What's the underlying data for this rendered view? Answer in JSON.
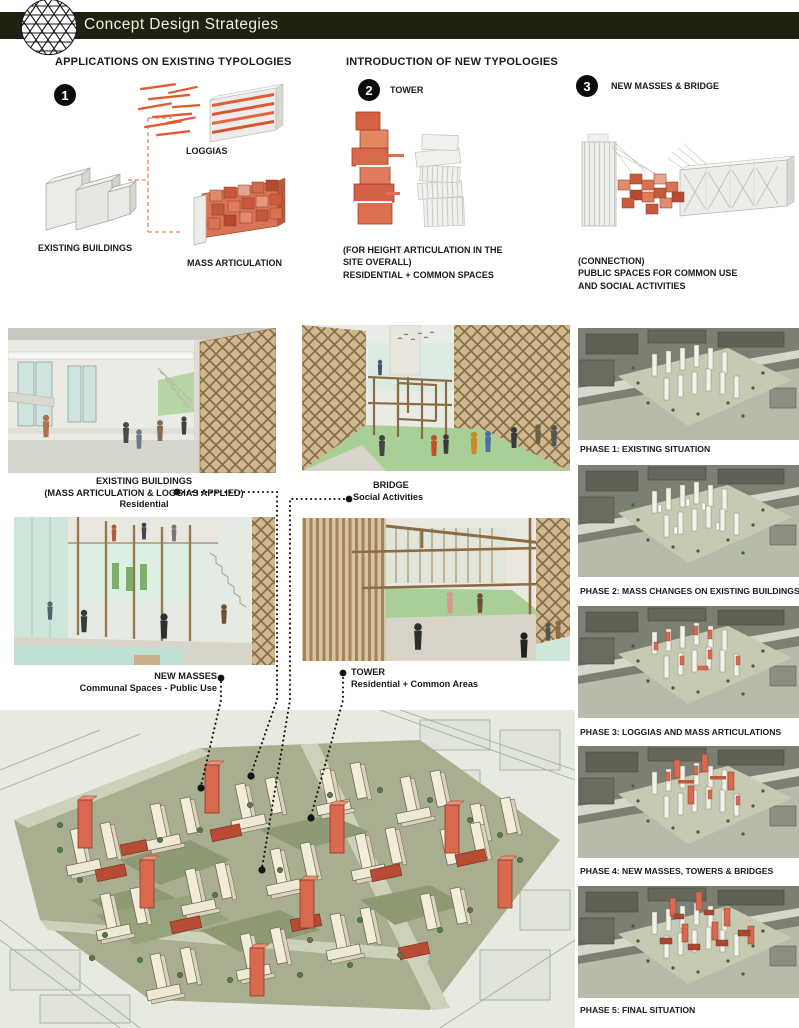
{
  "header": {
    "title": "Concept Design Strategies",
    "logo_icon": "geodesic-dome-icon",
    "bar_color": "#1d2310"
  },
  "sections": {
    "left": {
      "heading": "APPLICATIONS ON EXISTING TYPOLOGIES",
      "step_number": "1",
      "labels": {
        "existing": "EXISTING BUILDINGS",
        "loggias": "LOGGIAS",
        "mass": "MASS ARTICULATION"
      }
    },
    "middle": {
      "heading": "INTRODUCTION OF NEW TYPOLOGIES",
      "step_number": "2",
      "step_label": "TOWER",
      "caption_lines": [
        "(FOR HEIGHT ARTICULATION IN THE",
        "SITE OVERALL)",
        "RESIDENTIAL + COMMON SPACES"
      ]
    },
    "right": {
      "step_number": "3",
      "step_label": "NEW MASSES & BRIDGE",
      "caption_lines": [
        "(CONNECTION)",
        "PUBLIC SPACES FOR COMMON USE",
        "AND SOCIAL ACTIVITIES"
      ]
    }
  },
  "renders": {
    "existing_buildings": {
      "line1": "EXISTING BUILDINGS",
      "line2": "(MASS ARTICULATION & LOGGIAS APPLIED)",
      "line3": "Residential"
    },
    "bridge": {
      "line1": "BRIDGE",
      "line2": "Social Activities"
    },
    "new_masses": {
      "line1": "NEW MASSES",
      "line2": "Communal Spaces - Public Use"
    },
    "tower": {
      "line1": "TOWER",
      "line2": "Residential + Common Areas"
    }
  },
  "phases": [
    {
      "label": "PHASE 1: EXISTING SITUATION"
    },
    {
      "label": "PHASE 2: MASS CHANGES ON EXISTING BUILDINGS"
    },
    {
      "label": "PHASE 3: LOGGIAS AND MASS ARTICULATIONS"
    },
    {
      "label": "PHASE 4: NEW MASSES, TOWERS & BRIDGES"
    },
    {
      "label": "PHASE 5: FINAL SITUATION"
    }
  ],
  "colors": {
    "header_bar": "#1d2310",
    "accent_orange": "#dd6a4c",
    "accent_dark_red": "#a84832",
    "cream_building": "#f2ecd9",
    "site_ground": "#a9ae90",
    "wood": "#8a6d45",
    "mint": "#cfe6da",
    "grass": "#a9cf97"
  }
}
